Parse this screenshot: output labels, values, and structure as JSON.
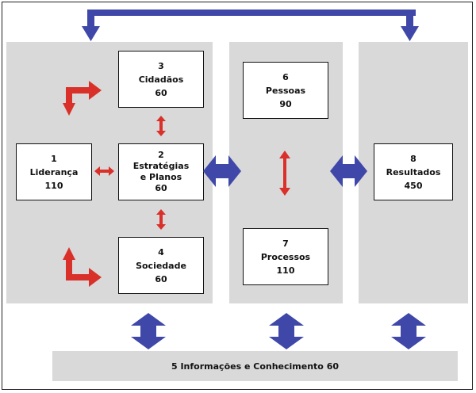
{
  "boxes": {
    "lideranca": {
      "number": "1",
      "title": "Liderança",
      "points": "110"
    },
    "estrategias": {
      "number": "2",
      "title_line1": "Estratégias",
      "title_line2": "e Planos",
      "points": "60"
    },
    "cidadaos": {
      "number": "3",
      "title": "Cidadãos",
      "points": "60"
    },
    "sociedade": {
      "number": "4",
      "title": "Sociedade",
      "points": "60"
    },
    "pessoas": {
      "number": "6",
      "title": "Pessoas",
      "points": "90"
    },
    "processos": {
      "number": "7",
      "title": "Processos",
      "points": "110"
    },
    "resultados": {
      "number": "8",
      "title": "Resultados",
      "points": "450"
    }
  },
  "info_bar": {
    "label": "5 Informações e Conhecimento 60"
  },
  "colors": {
    "blue_arrow": "#3f48a8",
    "red_arrow": "#d9302a",
    "panel": "#d9d9d9"
  }
}
